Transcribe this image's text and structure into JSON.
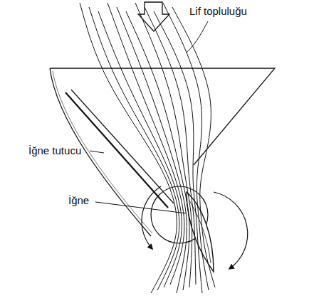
{
  "diagram": {
    "labels": [
      "Lif topluluğu",
      "İğne tutucu",
      "İğne"
    ]
  }
}
